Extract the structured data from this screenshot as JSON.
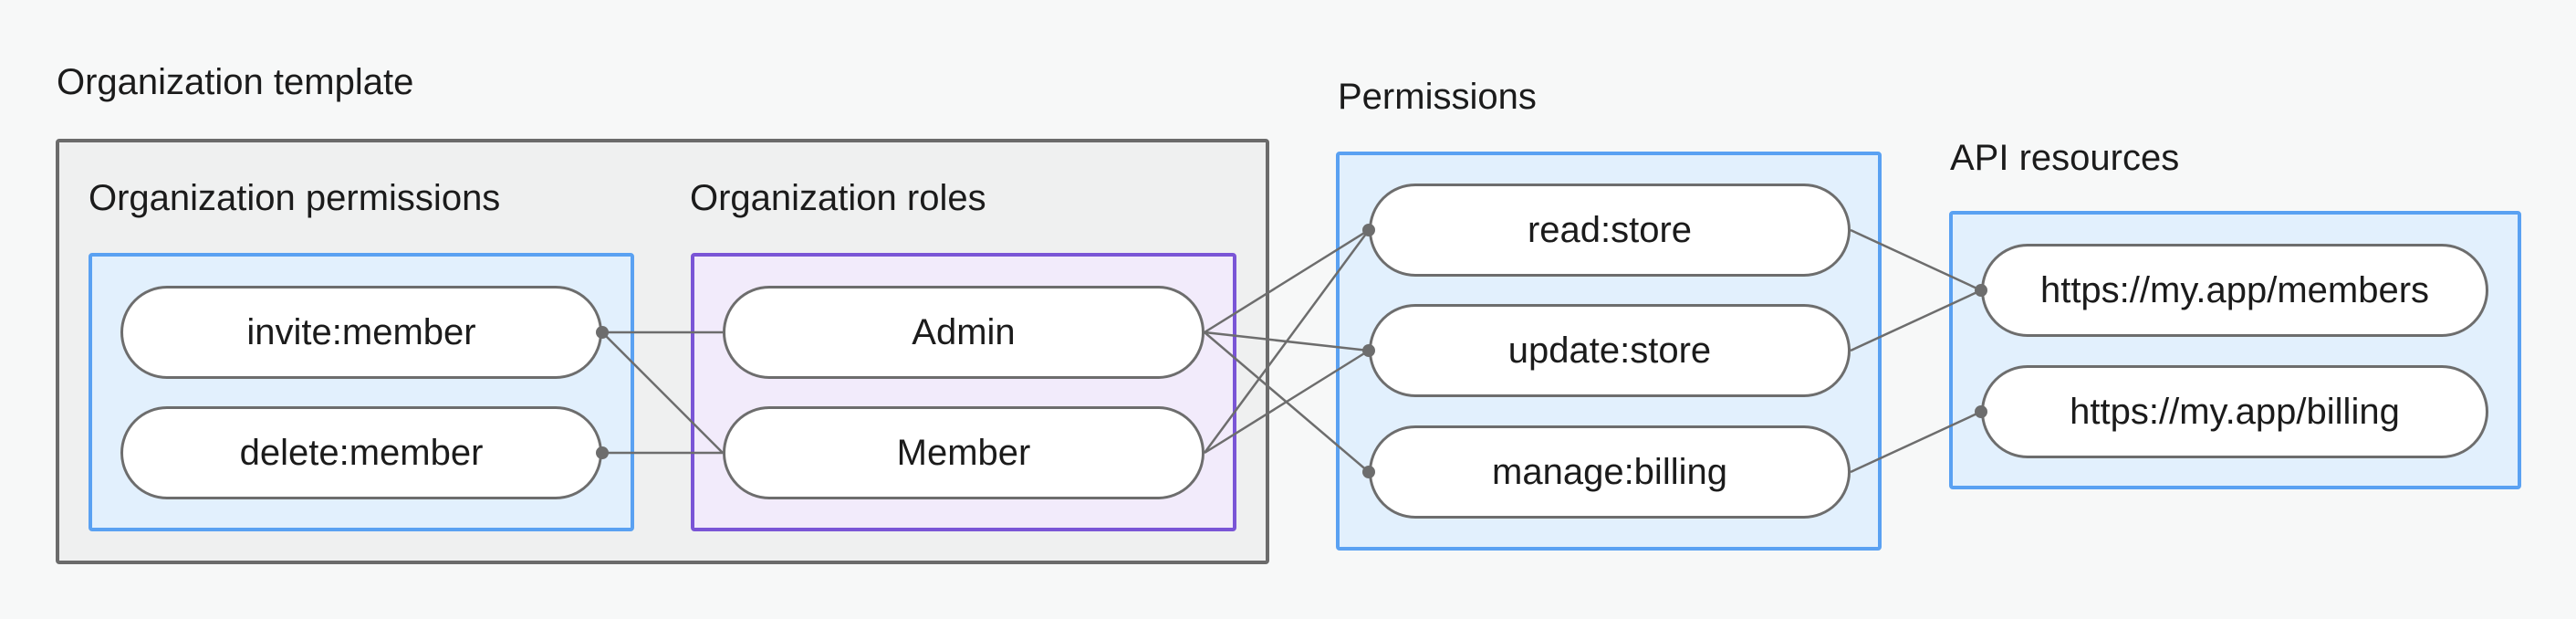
{
  "template": {
    "title": "Organization template",
    "org_permissions": {
      "title": "Organization permissions",
      "items": [
        "invite:member",
        "delete:member"
      ]
    },
    "org_roles": {
      "title": "Organization roles",
      "items": [
        "Admin",
        "Member"
      ]
    }
  },
  "permissions": {
    "title": "Permissions",
    "items": [
      "read:store",
      "update:store",
      "manage:billing"
    ]
  },
  "api_resources": {
    "title": "API resources",
    "items": [
      "https://my.app/members",
      "https://my.app/billing"
    ]
  },
  "colors": {
    "template_border": "#6b6b6b",
    "blue_border": "#5aa1f2",
    "blue_fill": "#e2f0fd",
    "purple_border": "#7a55d6",
    "purple_fill": "#f2ebfb",
    "connector": "#6d6d6d"
  }
}
